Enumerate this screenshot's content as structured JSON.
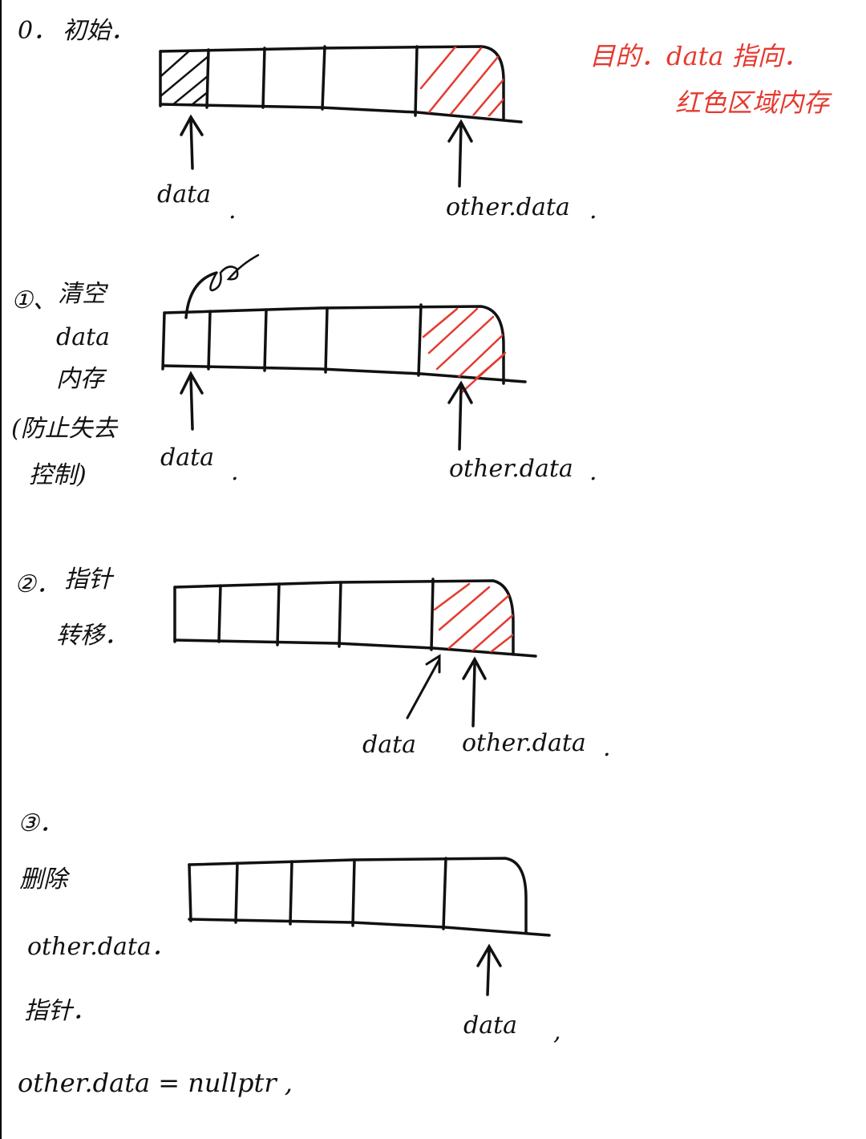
{
  "note": {
    "line1": "目的．data 指向．",
    "line2": "红色区域内存"
  },
  "steps": [
    {
      "num": "0．",
      "title": "初始．",
      "desc": [],
      "pointer_left": "data",
      "pointer_right": "other.data",
      "trail_left": ".",
      "trail_right": "."
    },
    {
      "num": "①、",
      "title": "清空",
      "desc": [
        "data",
        "内存",
        "(防止失去",
        "控制)"
      ],
      "pointer_left": "data",
      "pointer_right": "other.data",
      "trail_left": ".",
      "trail_right": "."
    },
    {
      "num": "②．",
      "title": "指针",
      "desc": [
        "转移．"
      ],
      "pointer_left": "data",
      "pointer_right": "other.data",
      "trail_left": "",
      "trail_right": "."
    },
    {
      "num": "③．",
      "title": "删除",
      "desc": [
        "other.data．",
        "指针．",
        "other.data = nullptr ,"
      ],
      "pointer_left": "",
      "pointer_right": "data",
      "trail_left": "",
      "trail_right": ","
    }
  ],
  "colors": {
    "ink": "#111111",
    "accent": "#e53a2f"
  }
}
